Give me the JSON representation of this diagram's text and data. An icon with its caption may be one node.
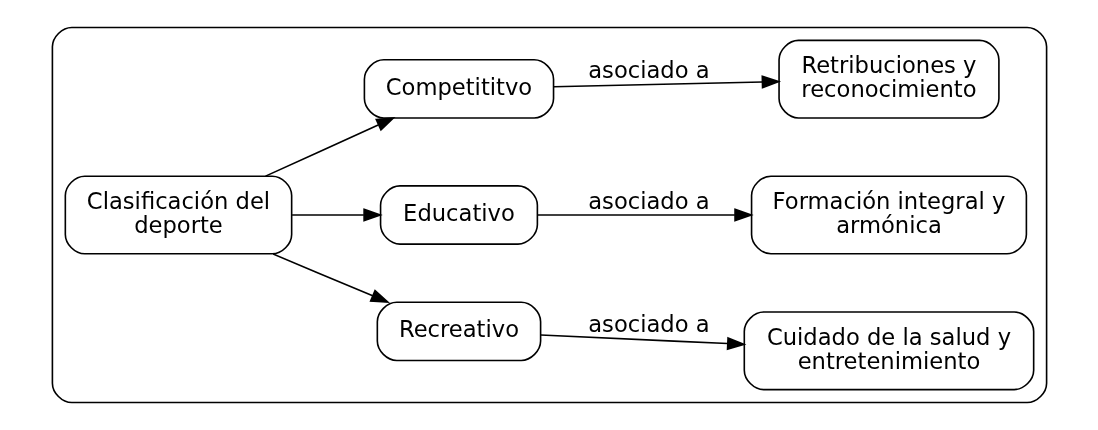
{
  "diagram": {
    "nodes": [
      {
        "text": [],
        "shape": "box"
      },
      {
        "text": [
          "Clasificación del deporte"
        ],
        "in": 0
      },
      {
        "text": [
          "Recreativo"
        ],
        "in": 0
      },
      {
        "text": [
          "Cuidado de la salud y entretenimiento"
        ],
        "in": 0
      },
      {
        "text": [
          "Educativo"
        ],
        "in": 0
      },
      {
        "text": [
          "Formación integral y armónica"
        ],
        "in": 0
      },
      {
        "text": [
          "Competititvo"
        ],
        "in": 0
      },
      {
        "text": [
          "Retribuciones y reconocimiento"
        ],
        "in": 0
      }
    ],
    "edges": [
      {
        "from": 1,
        "to": 2,
        "arrow": "to"
      },
      {
        "from": 1,
        "to": 4,
        "arrow": "to"
      },
      {
        "from": 1,
        "to": 6,
        "arrow": "to"
      },
      {
        "from": 2,
        "to": 3,
        "arrow": "to",
        "label": "asociado a"
      },
      {
        "from": 4,
        "to": 5,
        "arrow": "to",
        "label": "asociado a"
      },
      {
        "from": 6,
        "to": 7,
        "arrow": "to",
        "label": "asociado a"
      }
    ]
  }
}
